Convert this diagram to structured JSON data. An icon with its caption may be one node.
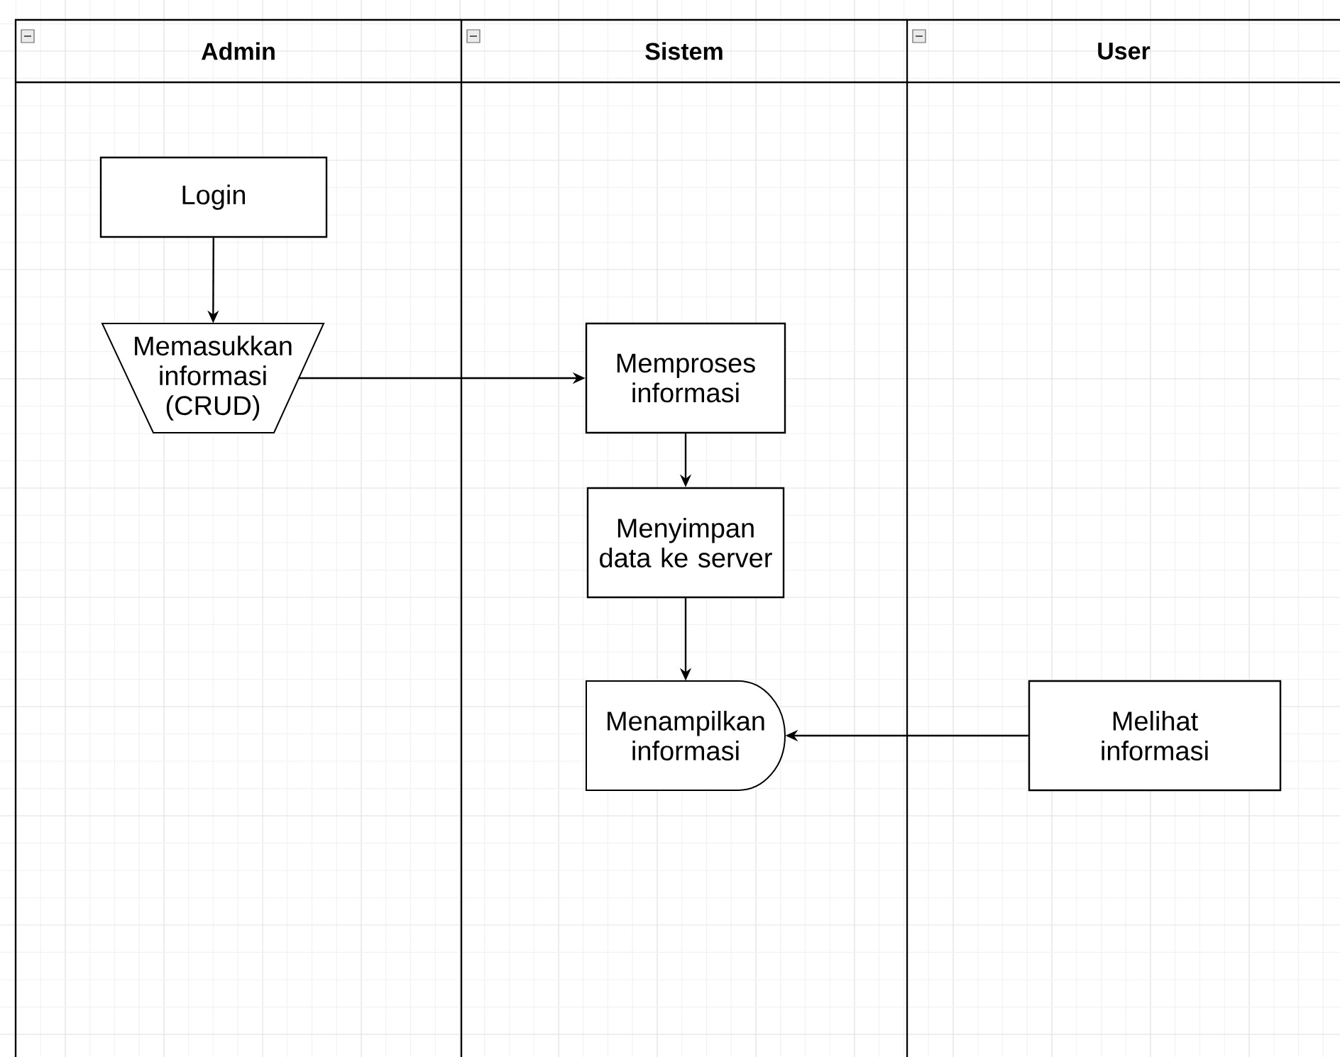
{
  "diagram": {
    "nodes": [
      {
        "text": [
          "Admin"
        ]
      },
      {
        "text": [
          "Sistem"
        ]
      },
      {
        "text": [
          "User"
        ]
      },
      {
        "text": [
          "Login"
        ],
        "in": 0
      },
      {
        "text": [
          "Memasukkan informasi (CRUD)"
        ],
        "in": 0
      },
      {
        "text": [
          "Memproses informasi"
        ],
        "in": 1
      },
      {
        "text": [
          "Menyimpan data ke server"
        ],
        "in": 1
      },
      {
        "text": [
          "Menampilkan informasi"
        ],
        "in": 1
      },
      {
        "text": [
          "Melihat informasi"
        ],
        "in": 2
      }
    ],
    "edges": [
      {
        "from": 3,
        "to": 4,
        "arrow": "to"
      },
      {
        "from": 4,
        "to": 5,
        "arrow": "to"
      },
      {
        "from": 5,
        "to": 6,
        "arrow": "to"
      },
      {
        "from": 6,
        "to": 7,
        "arrow": "to"
      },
      {
        "from": 8,
        "to": 7,
        "arrow": "to"
      }
    ]
  }
}
